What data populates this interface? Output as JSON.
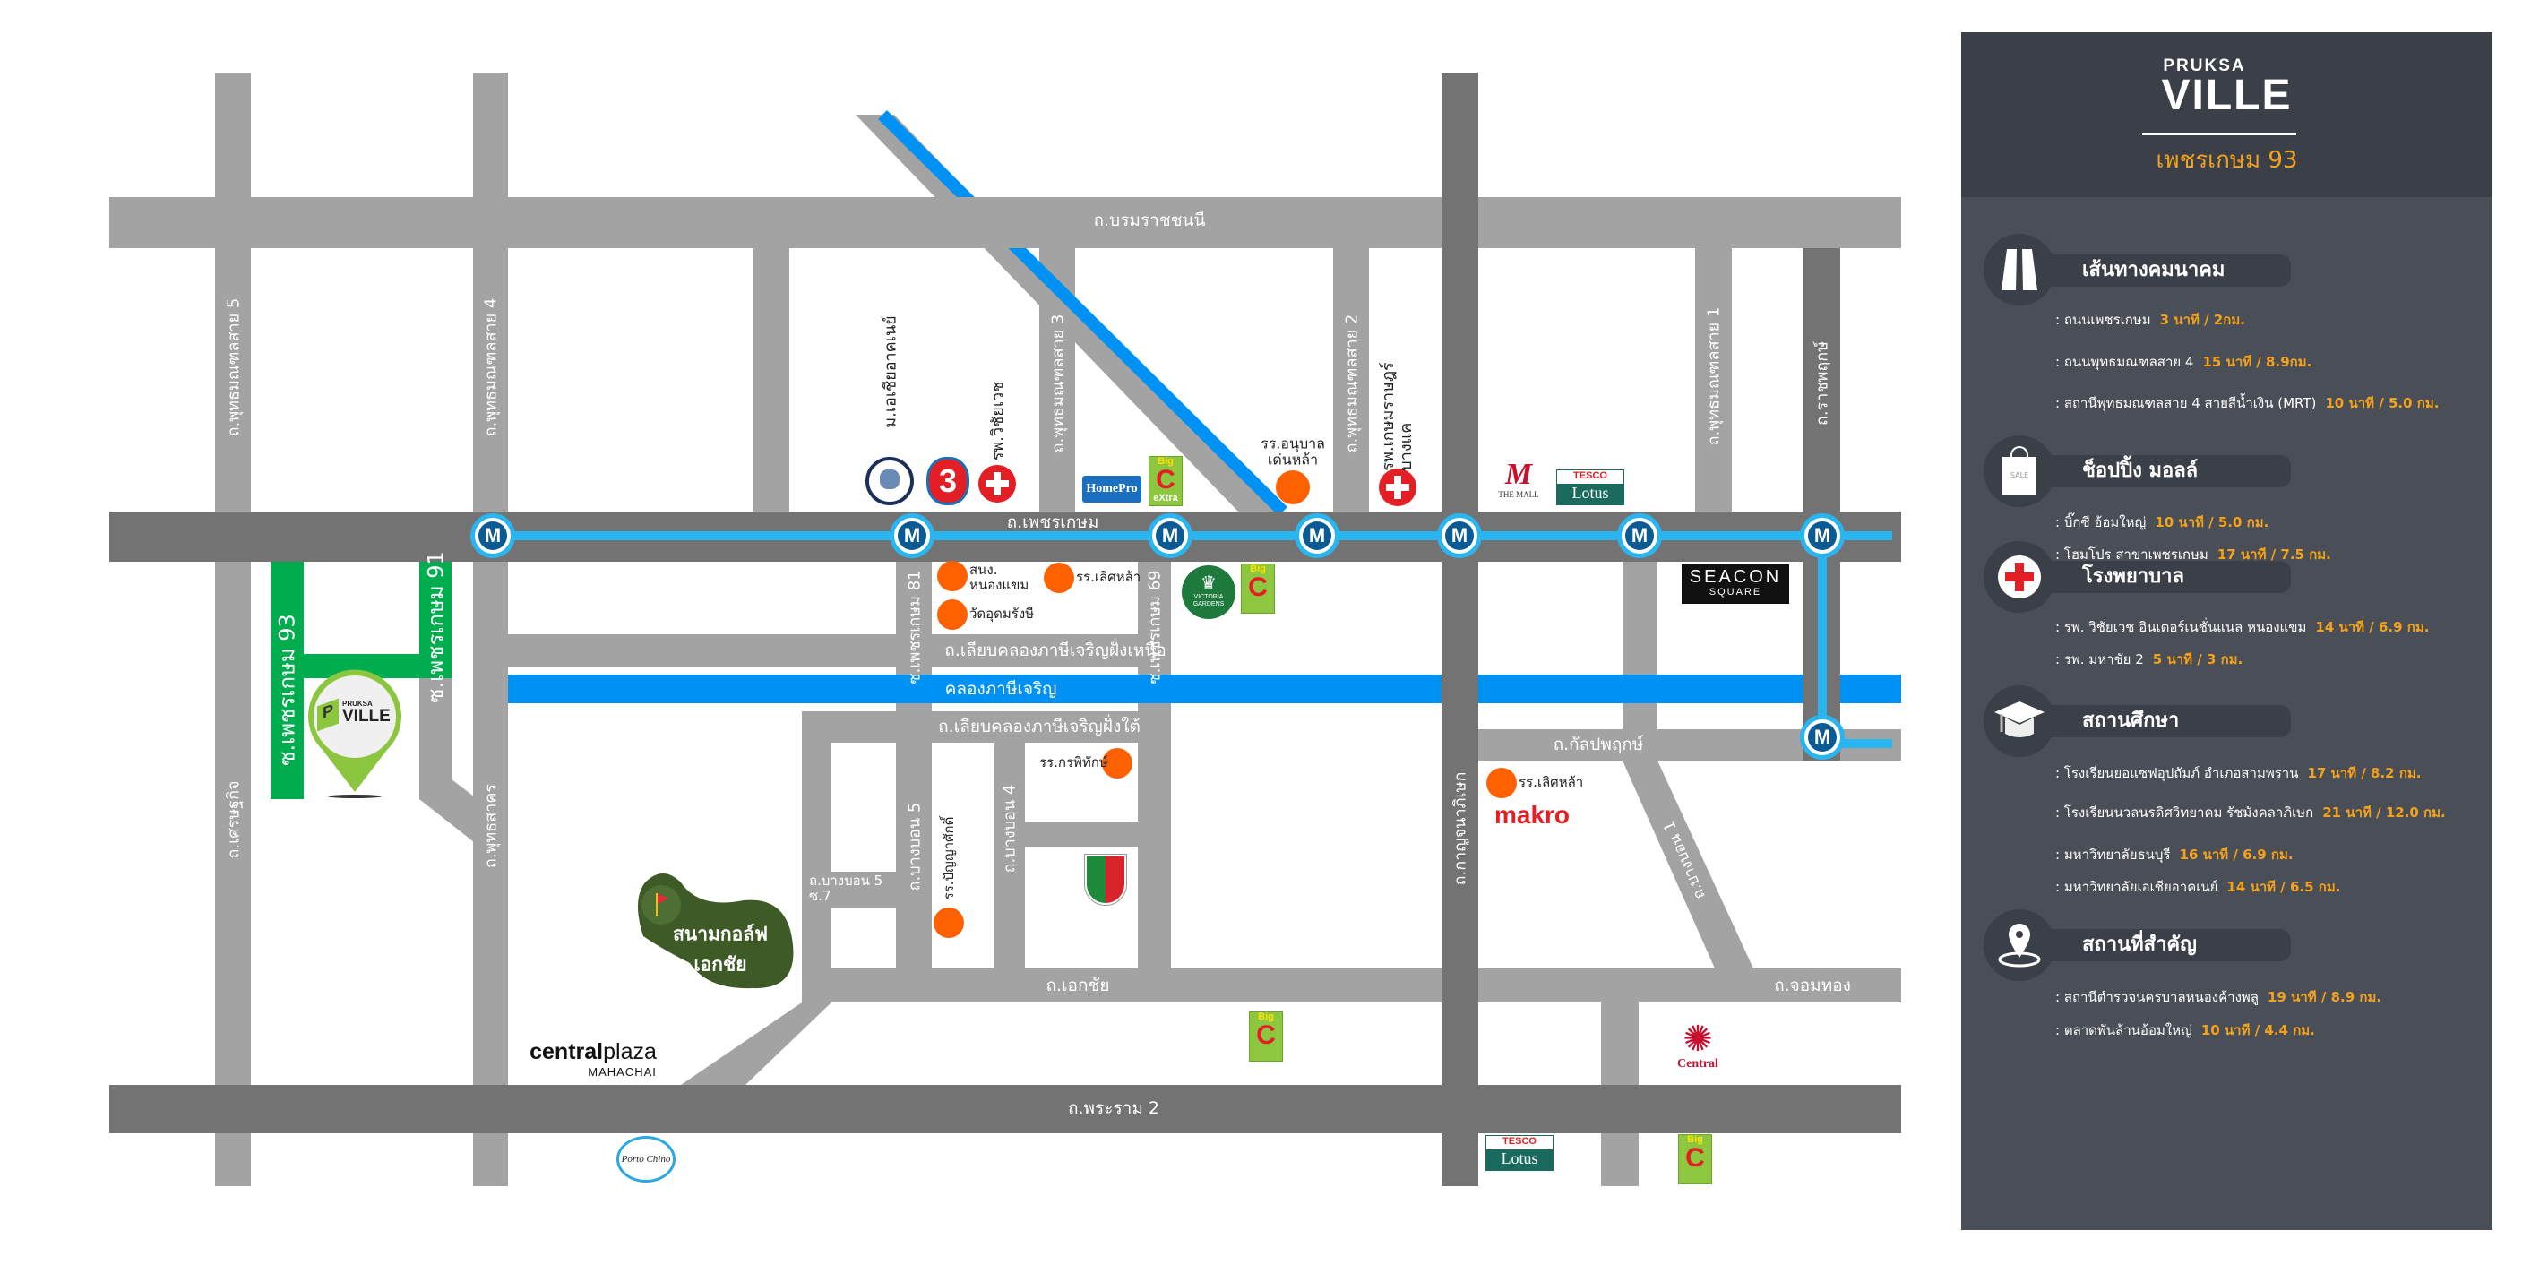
{
  "roads": {
    "borommaratchachonnani": "ถ.บรมราชชนนี",
    "phetkasem": "ถ.เพชรเกษม",
    "liap_khlong_north": "ถ.เลียบคลองภาษีเจริญฝั่งเหนือ",
    "canal": "คลองภาษีเจริญ",
    "liap_khlong_south": "ถ.เลียบคลองภาษีเจริญฝั่งใต้",
    "kanlapaphruek": "ถ.กัลปพฤกษ์",
    "ekkachai": "ถ.เอกชัย",
    "chomthong": "ถ.จอมทอง",
    "rama2": "ถ.พระราม 2",
    "bangbon5_soi7": [
      "ถ.บางบอน 5",
      "ซ.7"
    ],
    "phutthamonthon5": "ถ.พุทธมณฑลสาย 5",
    "setthakit": "ถ.เศรษฐกิจ",
    "phutthamonthon4": "ถ.พุทธมณฑลสาย 4",
    "phutthasakhon": "ถ.พุทธสาคร",
    "phutthamonthon3": "ถ.พุทธมณฑลสาย 3",
    "phutthamonthon2": "ถ.พุทธมณฑลสาย 2",
    "phutthamonthon1": "ถ.พุทธมณฑลสาย 1",
    "ratchaphruek": "ถ.ราชพฤกษ์",
    "soi81": "ซ.เพชรเกษม 81",
    "soi69": "ซ.เพชรเกษม 69",
    "bangbon5": "ถ.บางบอน 5",
    "bangbon4": "ถ.บางบอน 4",
    "kanchanaphisek": "ถ.กาญจนาภิเษก",
    "bangbon1": "ถ.บางบอน 1",
    "soi93": "ซ.เพชรเกษม 93",
    "soi91": "ซ.เพชรเกษม 91"
  },
  "mrt_label": "M",
  "project_pin": {
    "brand_top": "PRUKSA",
    "brand": "VILLE"
  },
  "poi": {
    "sau": "ม.เอเชียอาคเนย์",
    "ch3": "3",
    "wichaiwet": "รพ.วิชัยเวช",
    "homepro": "HomePro",
    "bigc_extra": {
      "top": "Big",
      "c": "C",
      "sub": "eXtra"
    },
    "anuban": [
      "รร.อนุบาล",
      "เด่นหล้า"
    ],
    "kasemrad": [
      "รพ.เกษมราษฎร์",
      "บางแค"
    ],
    "themall": "THE MALL",
    "tesco": {
      "top": "TESCO",
      "bottom": "Lotus"
    },
    "nong_khaem_office": [
      "สนง.",
      "หนองแขม"
    ],
    "lertla1": "รร.เลิศหล้า",
    "wat_udom": "วัดอุดมรังษี",
    "victoria": "VICTORIA GARDENS",
    "bigc": {
      "top": "Big",
      "c": "C"
    },
    "seacon": {
      "top": "SEACON",
      "bottom": "SQUARE"
    },
    "kornpitak": "รร.กรพิทักษ์",
    "panyasak": "รร.ปัญญาศักดิ์",
    "lertla2": "รร.เลิศหล้า",
    "makro": "makro",
    "golf": [
      "สนามกอล์ฟ",
      "เอกชัย"
    ],
    "centralplaza": {
      "a": "central",
      "b": "plaza",
      "sub": "MAHACHAI"
    },
    "central": "Central",
    "porto_chino": "Porto Chino"
  },
  "panel": {
    "brand_top": "PRUKSA",
    "brand": "VILLE",
    "subtitle": "เพชรเกษม 93",
    "sections": [
      {
        "title": "เส้นทางคมนาคม",
        "icon": "road-icon",
        "items": [
          {
            "name": ": ถนนเพชรเกษม",
            "time": "3 นาที / 2กม."
          },
          {
            "name": ": ถนนพุทธมณฑลสาย 4",
            "time": "15 นาที / 8.9กม."
          },
          {
            "name": ": สถานีพุทธมณฑลสาย 4 สายสีน้ำเงิน (MRT)",
            "time": "10 นาที / 5.0 กม."
          }
        ]
      },
      {
        "title": "ช็อปปิ้ง มอลล์",
        "icon": "shopping-bag-icon",
        "icon_text": "SALE",
        "items": [
          {
            "name": ": บิ๊กซี อ้อมใหญ่",
            "time": "10 นาที / 5.0 กม."
          },
          {
            "name": ": โฮมโปร สาขาเพชรเกษม",
            "time": "17 นาที / 7.5 กม."
          }
        ]
      },
      {
        "title": "โรงพยาบาล",
        "icon": "hospital-cross-icon",
        "items": [
          {
            "name": ": รพ. วิชัยเวช อินเตอร์เนชั่นแนล หนองแขม",
            "time": "14 นาที / 6.9 กม."
          },
          {
            "name": ": รพ. มหาชัย 2",
            "time": "5 นาที / 3 กม."
          }
        ]
      },
      {
        "title": "สถานศึกษา",
        "icon": "graduation-cap-icon",
        "items": [
          {
            "name": ": โรงเรียนยอแซฟอุปถัมภ์ อำเภอสามพราน",
            "time": "17 นาที / 8.2 กม."
          },
          {
            "name": ": โรงเรียนนวลนรดิศวิทยาคม รัชมังคลาภิเษก",
            "time": "21 นาที / 12.0 กม."
          },
          {
            "name": ": มหาวิทยาลัยธนบุรี",
            "time": "16 นาที / 6.9 กม."
          },
          {
            "name": ": มหาวิทยาลัยเอเชียอาคเนย์",
            "time": "14 นาที / 6.5 กม."
          }
        ]
      },
      {
        "title": "สถานที่สำคัญ",
        "icon": "location-pin-icon",
        "items": [
          {
            "name": ": สถานีตำรวจนครบาลหนองค้างพลู",
            "time": "19 นาที / 8.9 กม."
          },
          {
            "name": ": ตลาดพันล้านอ้อมใหญ่",
            "time": "10 นาที / 4.4 กม."
          }
        ]
      }
    ]
  },
  "colors": {
    "accent": "#f5a21b",
    "mrt": "#29b6f0",
    "canal": "#0091f4",
    "project_road": "#00ad4e",
    "panel": "#4a4e56"
  }
}
